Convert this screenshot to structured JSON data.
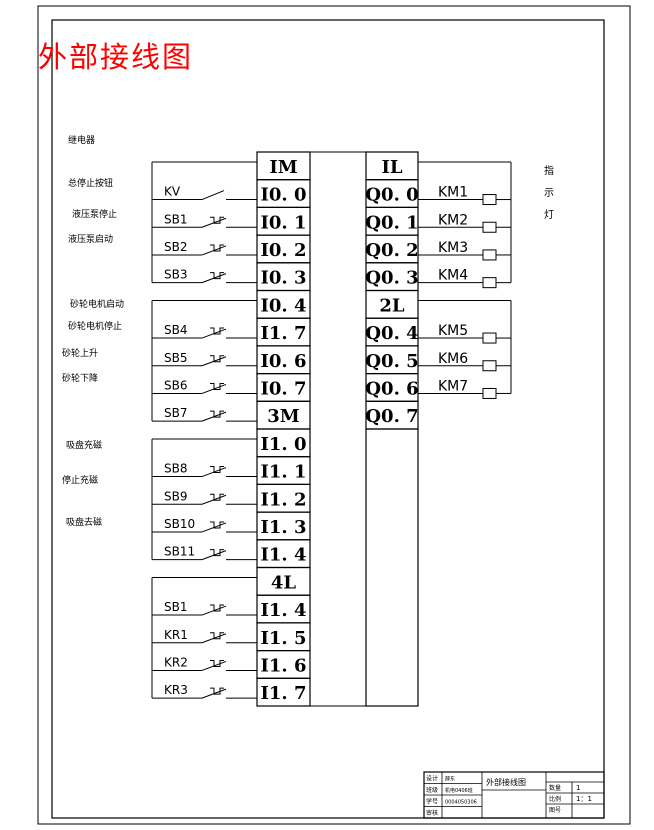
{
  "title": "外部接线图",
  "left_labels": [
    "继电器",
    "总停止按钮",
    "液压泵停止",
    "液压泵启动",
    "砂轮电机启动",
    "砂轮电机停止",
    "砂轮上升",
    "砂轮下降",
    "吸盘充磁",
    "停止充磁",
    "吸盘去磁"
  ],
  "indicator_label": [
    "指",
    "示",
    "灯"
  ],
  "input_terminals": [
    {
      "device": "",
      "terminal": "IM"
    },
    {
      "device": "KV",
      "terminal": "I0. 0"
    },
    {
      "device": "SB1",
      "terminal": "I0. 1"
    },
    {
      "device": "SB2",
      "terminal": "I0. 2"
    },
    {
      "device": "SB3",
      "terminal": "I0. 3"
    },
    {
      "device": "",
      "terminal": "I0. 4"
    },
    {
      "device": "SB4",
      "terminal": "I1. 7"
    },
    {
      "device": "SB5",
      "terminal": "I0. 6"
    },
    {
      "device": "SB6",
      "terminal": "I0. 7"
    },
    {
      "device": "SB7",
      "terminal": "3M"
    },
    {
      "device": "",
      "terminal": "I1. 0"
    },
    {
      "device": "SB8",
      "terminal": "I1. 1"
    },
    {
      "device": "SB9",
      "terminal": "I1. 2"
    },
    {
      "device": "SB10",
      "terminal": "I1. 3"
    },
    {
      "device": "SB11",
      "terminal": "I1. 4"
    },
    {
      "device": "",
      "terminal": "4L"
    },
    {
      "device": "SB1",
      "terminal": "I1. 4"
    },
    {
      "device": "KR1",
      "terminal": "I1. 5"
    },
    {
      "device": "KR2",
      "terminal": "I1. 6"
    },
    {
      "device": "KR3",
      "terminal": "I1. 7"
    }
  ],
  "output_terminals": [
    {
      "terminal": "IL",
      "device": ""
    },
    {
      "terminal": "Q0. 0",
      "device": "KM1"
    },
    {
      "terminal": "Q0. 1",
      "device": "KM2"
    },
    {
      "terminal": "Q0. 2",
      "device": "KM3"
    },
    {
      "terminal": "Q0. 3",
      "device": "KM4"
    },
    {
      "terminal": "2L",
      "device": ""
    },
    {
      "terminal": "Q0. 4",
      "device": "KM5"
    },
    {
      "terminal": "Q0. 5",
      "device": "KM6"
    },
    {
      "terminal": "Q0. 6",
      "device": "KM7"
    },
    {
      "terminal": "Q0. 7",
      "device": ""
    }
  ],
  "title_block": {
    "drawing_name": "外部接线图",
    "rows": [
      {
        "role": "设计",
        "name": "薛东"
      },
      {
        "role": "班级",
        "name": "机电0406班"
      },
      {
        "role": "学号",
        "name": "0004050306"
      },
      {
        "role": "审核",
        "name": ""
      }
    ],
    "right": [
      {
        "key": "数量",
        "value": "1"
      },
      {
        "key": "比例",
        "value": "1：1"
      },
      {
        "key": "图号",
        "value": ""
      }
    ]
  }
}
